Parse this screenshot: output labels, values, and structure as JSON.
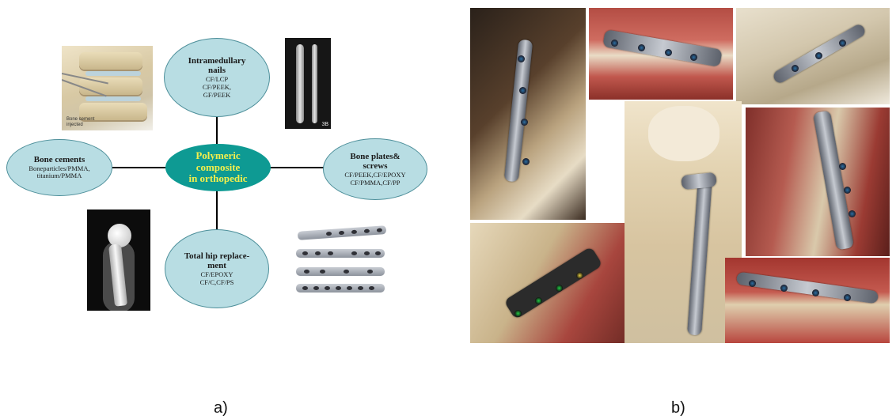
{
  "panel_a": {
    "label": "a)",
    "center": {
      "line1": "Polymeric",
      "line2": "composite",
      "line3": "in orthopedic"
    },
    "nodes": {
      "intramedullary": {
        "title1": "Intramedullary",
        "title2": "nails",
        "items": [
          "CF/LCP",
          "CF/PEEK,",
          "GF/PEEK"
        ]
      },
      "bone_cements": {
        "title": "Bone cements",
        "items": [
          "Boneparticles/PMMA,",
          "titanium/PMMA"
        ]
      },
      "bone_plates": {
        "title1": "Bone plates&",
        "title2": "screws",
        "items": [
          "CF/PEEK,CF/EPOXY",
          "CF/PMMA,CF/PP"
        ]
      },
      "hip": {
        "title1": "Total hip replace-",
        "title2": "ment",
        "items": [
          "CF/EPOXY",
          "CF/C,CF/PS"
        ]
      }
    },
    "photos": {
      "spine_caption_1": "Bone cement",
      "spine_caption_2": "injected",
      "xray_leg_label": "3B"
    },
    "colors": {
      "node_fill": "#b8dde3",
      "center_fill": "#0e9a93",
      "center_text": "#f4ef4c"
    }
  },
  "panel_b": {
    "label": "b)"
  }
}
